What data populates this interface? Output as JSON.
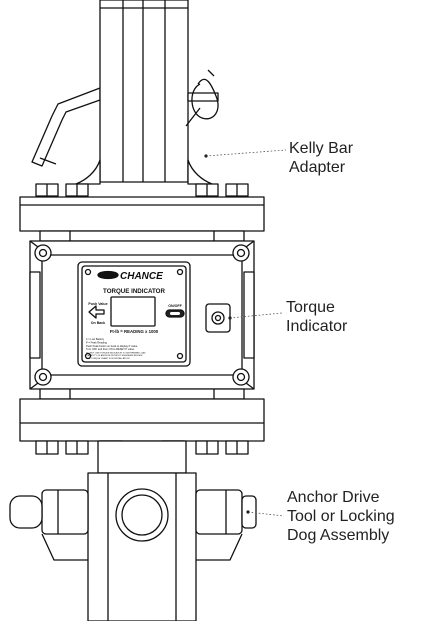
{
  "callouts": {
    "kelly": [
      "Kelly Bar",
      "Adapter"
    ],
    "torque": [
      "Torque",
      "Indicator"
    ],
    "anchor": [
      "Anchor Drive",
      "Tool or Locking",
      "Dog Assembly"
    ]
  },
  "indicator": {
    "brand": "CHANCE",
    "title": "TORQUE INDICATOR",
    "push_value": "Push Value",
    "on_back": "On Back",
    "on_off": "ON/OFF",
    "formula": "Ft-lb = READING x 1000",
    "instructions": [
      "b = Low Battery",
      "P = Peak Reading",
      "Push Peak button on back to display P value",
      "Turn OFF and then ON to RESET P value",
      "DO NOT USE TORQUE INDICATOR TO DETERMINE LOAD",
      "CAPACITY OF ANCHOR WITHOUT ENGINEER REVIEW",
      "SEE TORQUE CHART FOR INSTALLATION"
    ]
  }
}
